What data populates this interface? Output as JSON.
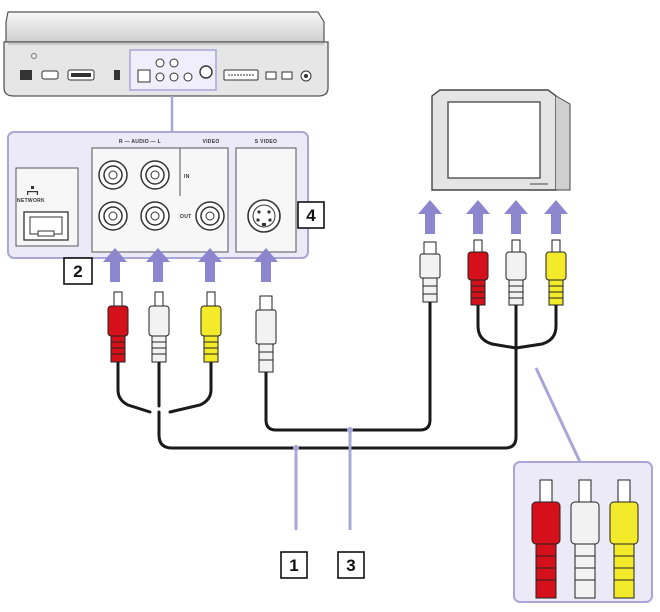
{
  "panel_labels": {
    "audio": "R — AUDIO — L",
    "video": "VIDEO",
    "svideo": "S VIDEO",
    "in": "IN",
    "out": "OUT",
    "network": "NETWORK"
  },
  "callouts": {
    "one": "1",
    "two": "2",
    "three": "3",
    "four": "4"
  },
  "colors": {
    "panel_fill": "#eceaf7",
    "panel_border": "#a9a6d8",
    "arrow": "#8c86cf",
    "plug_red": "#d4101a",
    "plug_white": "#f2f2f2",
    "plug_yellow": "#f3ea2a",
    "cable": "#1a1a1a"
  },
  "icons": {
    "network": "network-icon",
    "tv": "tv-monitor-icon",
    "laptop": "laptop-rear-icon"
  }
}
